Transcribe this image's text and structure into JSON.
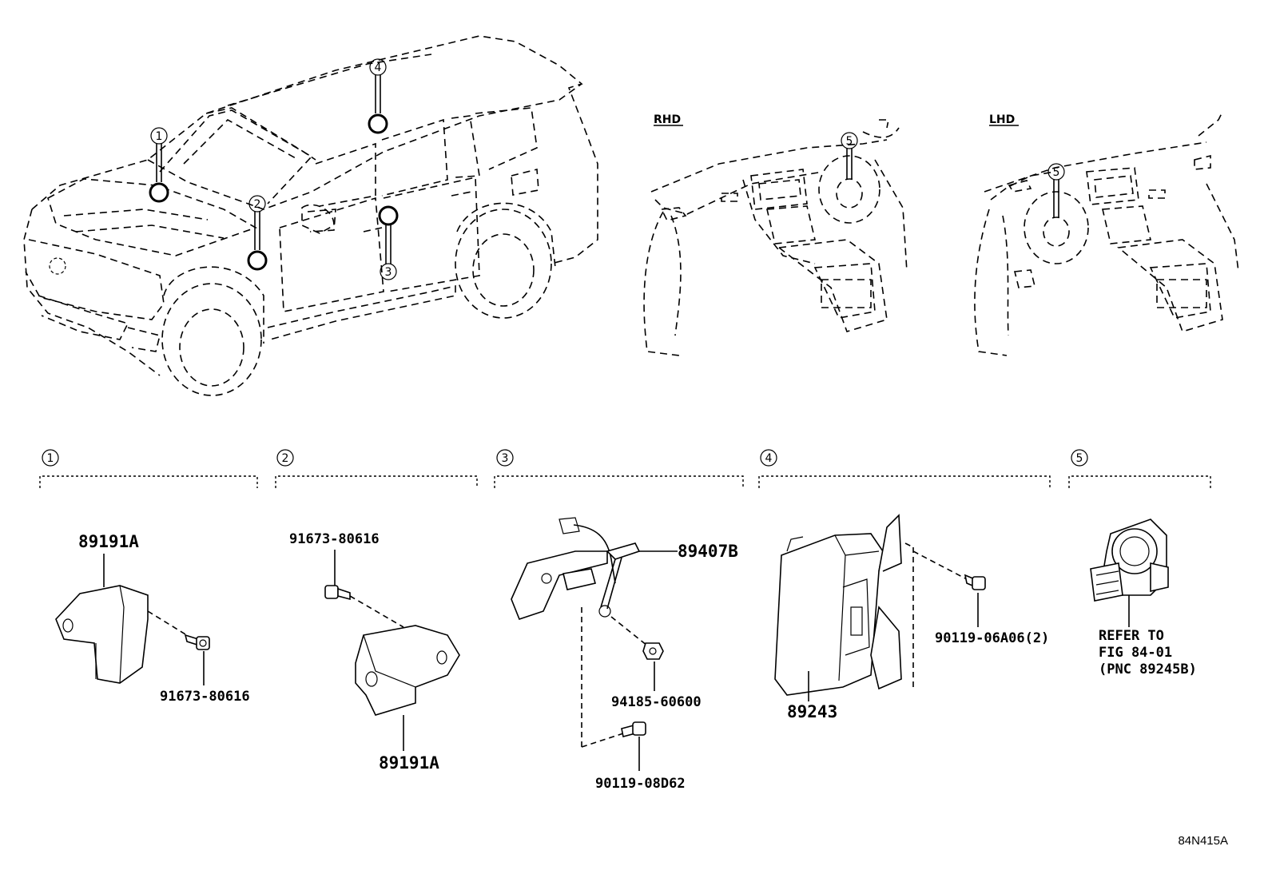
{
  "views": {
    "rhd_label": "RHD",
    "lhd_label": "LHD"
  },
  "callouts": [
    "1",
    "2",
    "3",
    "4",
    "5"
  ],
  "groups": [
    {
      "number": "1",
      "parts": [
        "89191A",
        "91673-80616"
      ]
    },
    {
      "number": "2",
      "parts": [
        "91673-80616",
        "89191A"
      ]
    },
    {
      "number": "3",
      "parts": [
        "89407B",
        "94185-60600",
        "90119-08D62"
      ]
    },
    {
      "number": "4",
      "parts": [
        "89243",
        "90119-06A06(2)"
      ]
    },
    {
      "number": "5",
      "refer": [
        "REFER TO",
        "FIG 84-01",
        "(PNC 89245B)"
      ]
    }
  ],
  "figure_code": "84N415A"
}
